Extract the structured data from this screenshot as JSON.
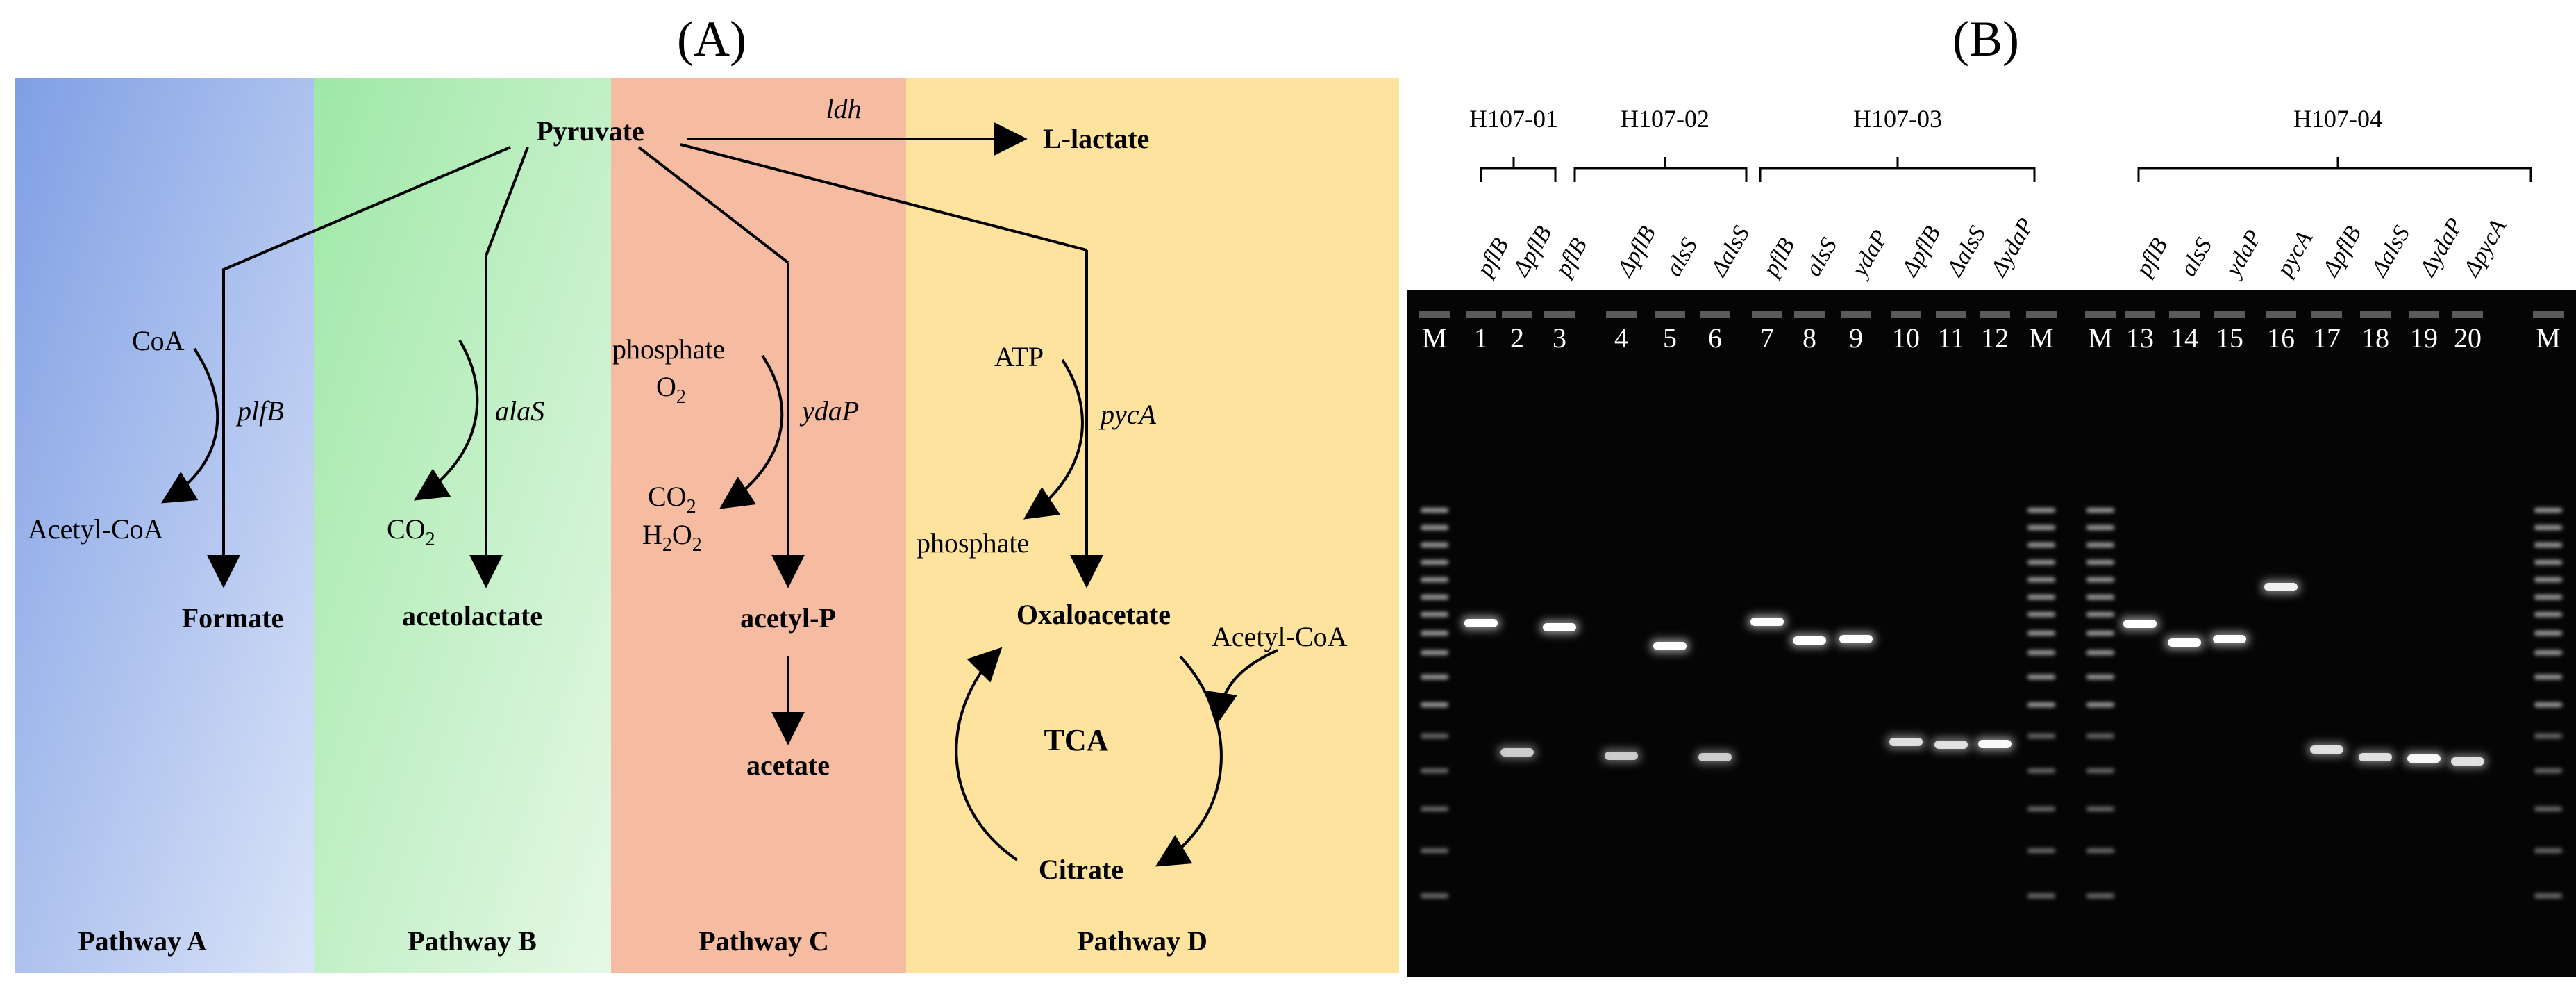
{
  "panel_a_label": "(A)",
  "panel_b_label": "(B)",
  "colors": {
    "pathway_a": "#8aa8e6",
    "pathway_b": "#a8ecb2",
    "pathway_c": "#f6bca2",
    "pathway_d": "#fde39e",
    "gel_background": "#050505"
  },
  "pathways": {
    "a": {
      "title": "Pathway A",
      "cofactor_in": "CoA",
      "enzyme": "plfB",
      "cofactor_out": "Acetyl-CoA",
      "product": "Formate"
    },
    "b": {
      "title": "Pathway B",
      "enzyme": "alaS",
      "cofactor_out": "CO",
      "cofactor_out_sub": "2",
      "product": "acetolactate"
    },
    "c": {
      "title": "Pathway C",
      "cofactor_in_1": "phosphate",
      "cofactor_in_2": "O",
      "cofactor_in_2_sub": "2",
      "enzyme": "ydaP",
      "cofactor_out_1": "CO",
      "cofactor_out_1_sub": "2",
      "cofactor_out_2_a": "H",
      "cofactor_out_2_sub_a": "2",
      "cofactor_out_2_b": "O",
      "cofactor_out_2_sub_b": "2",
      "product": "acetyl-P",
      "final_product": "acetate"
    },
    "d": {
      "title": "Pathway D",
      "cofactor_in": "ATP",
      "enzyme": "pycA",
      "cofactor_out": "phosphate",
      "product": "Oxaloacetate",
      "cycle_input": "Acetyl-CoA",
      "cycle_label": "TCA",
      "cycle_product": "Citrate"
    }
  },
  "central": {
    "substrate": "Pyruvate",
    "lactate_enzyme": "ldh",
    "lactate_product": "L-lactate"
  },
  "gel": {
    "groups": [
      {
        "name": "H107-01"
      },
      {
        "name": "H107-02"
      },
      {
        "name": "H107-03"
      },
      {
        "name": "H107-04"
      }
    ],
    "marker_label": "M",
    "lane_genes_left": [
      "pflB",
      "ΔpflB",
      "pflB",
      "ΔpflB",
      "alsS",
      "ΔalsS",
      "pflB",
      "alsS",
      "ydaP",
      "ΔpflB",
      "ΔalsS",
      "ΔydaP"
    ],
    "lane_genes_right": [
      "pflB",
      "alsS",
      "ydaP",
      "pycA",
      "ΔpflB",
      "ΔalsS",
      "ΔydaP",
      "ΔpycA"
    ],
    "lane_numbers_left": [
      "1",
      "2",
      "3",
      "4",
      "5",
      "6",
      "7",
      "8",
      "9",
      "10",
      "11",
      "12"
    ],
    "lane_numbers_right": [
      "13",
      "14",
      "15",
      "16",
      "17",
      "18",
      "19",
      "20"
    ]
  }
}
